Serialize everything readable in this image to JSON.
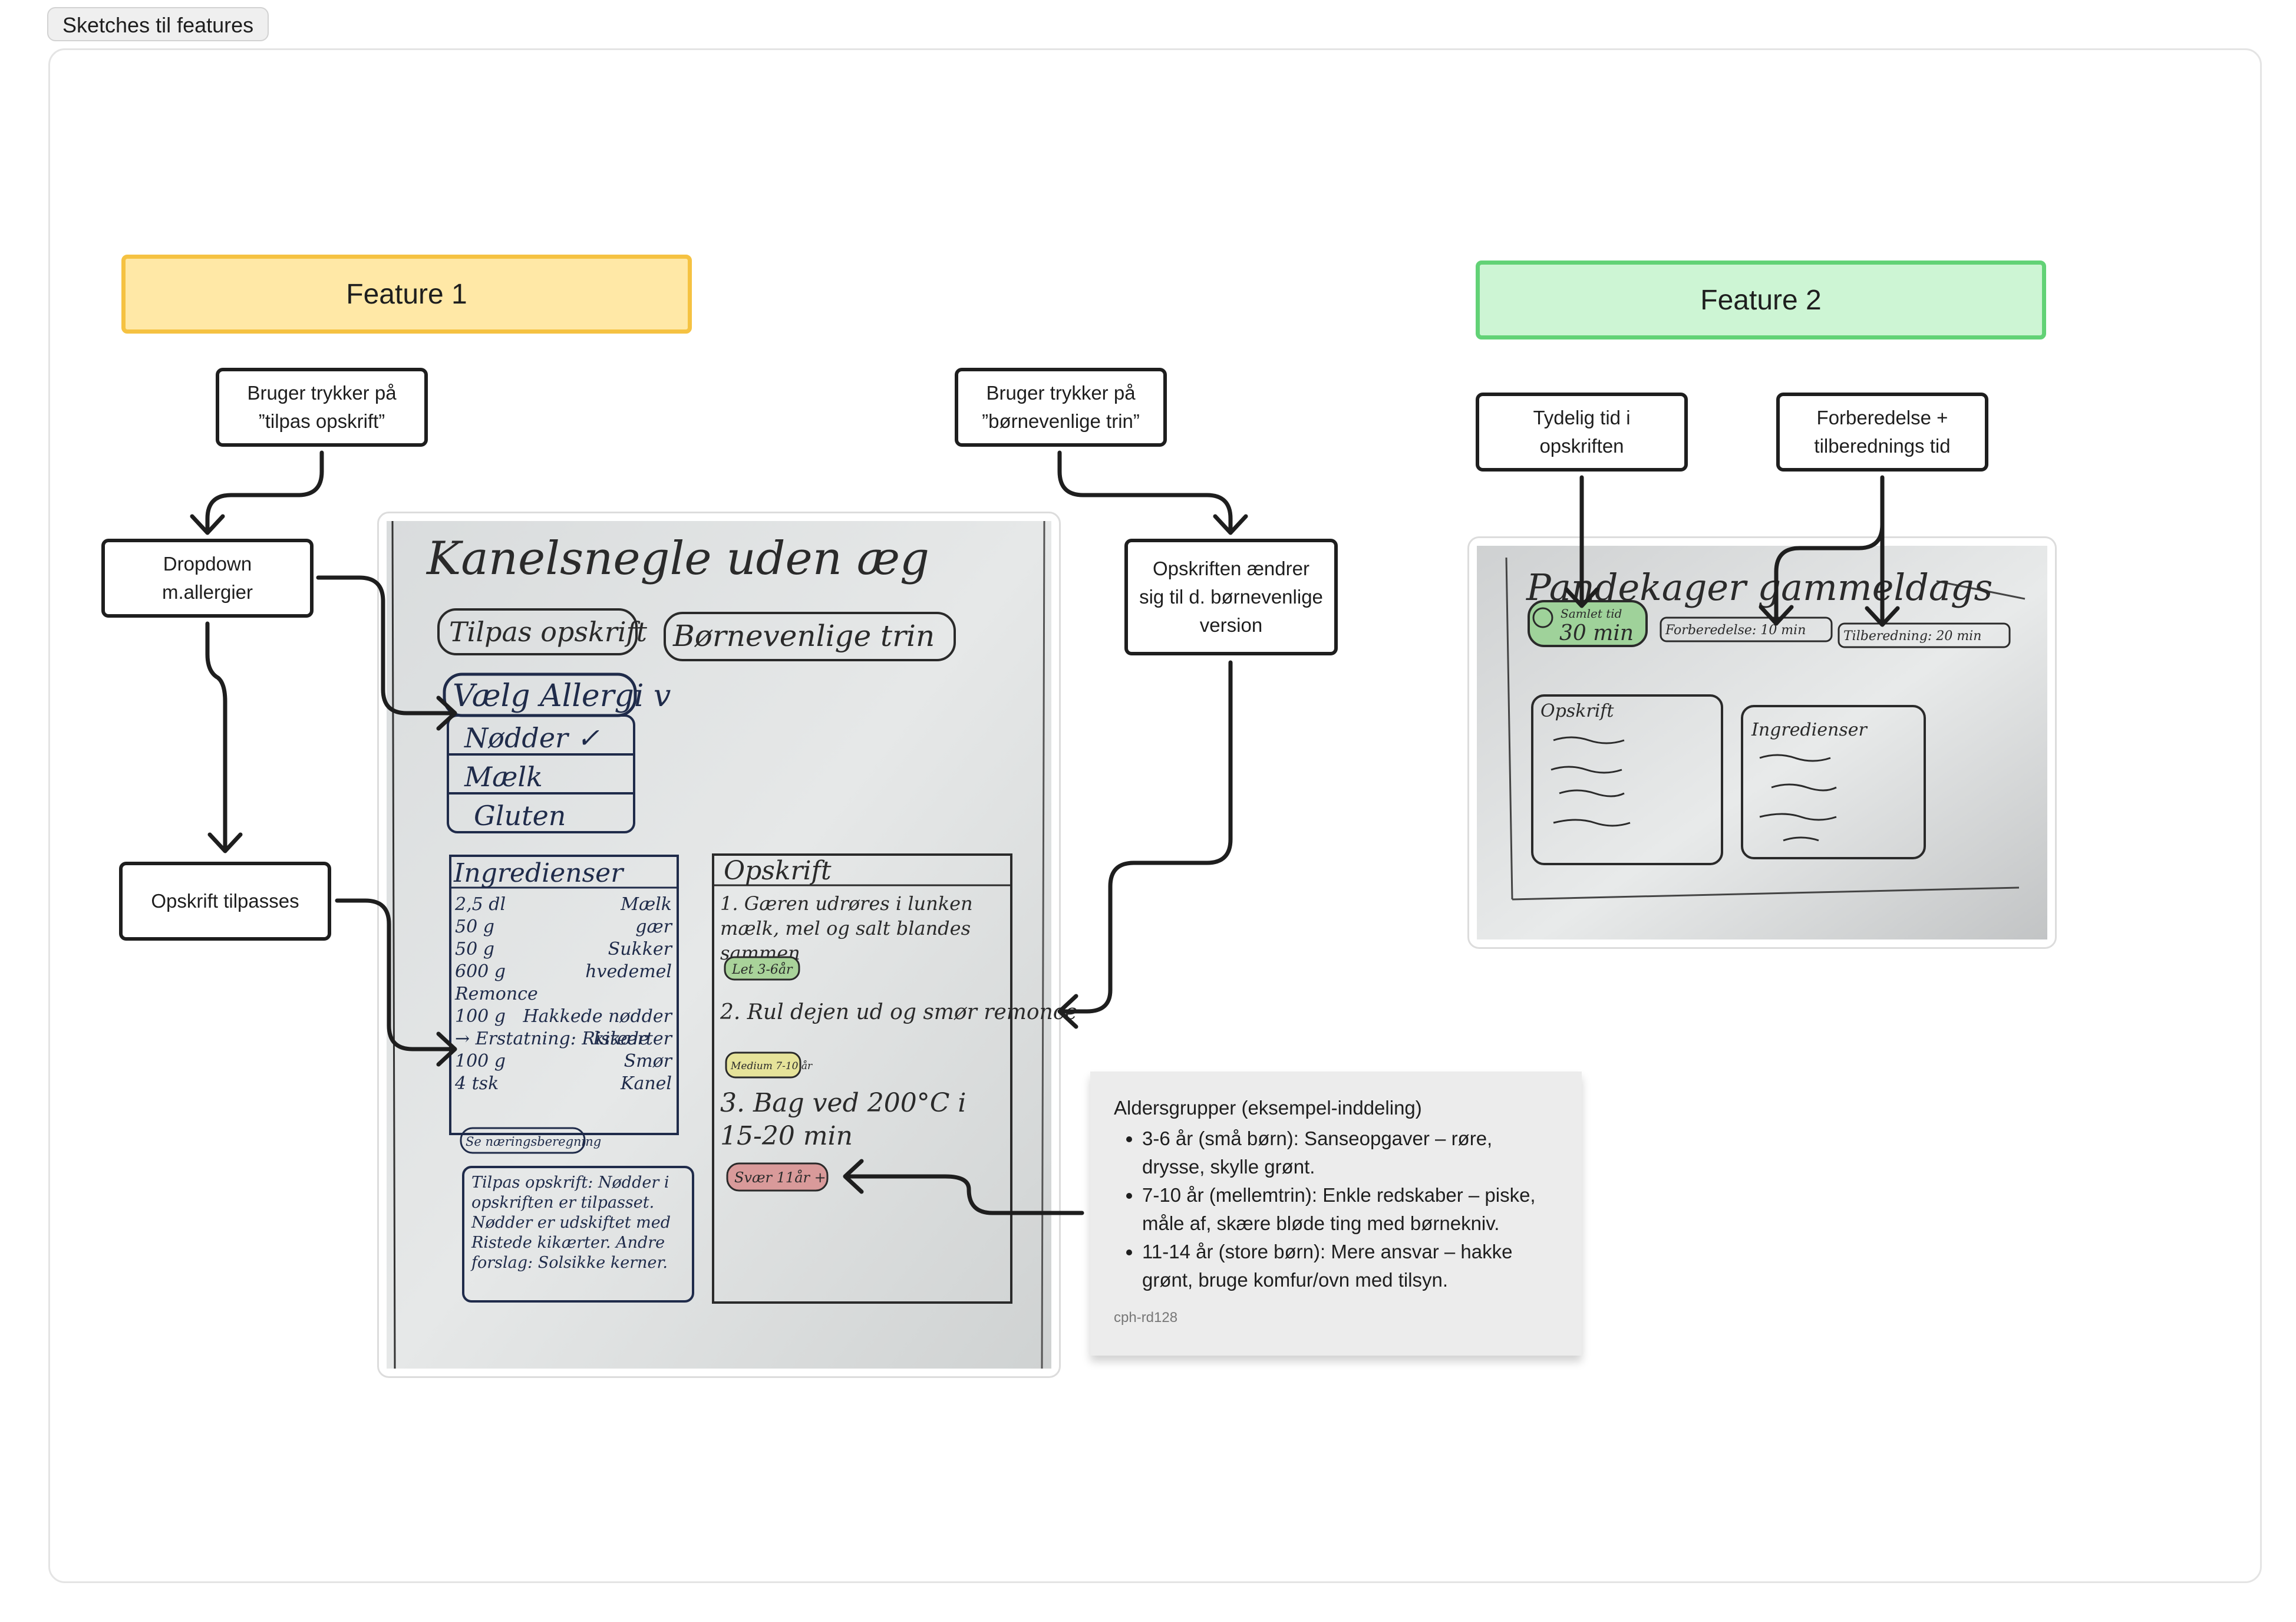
{
  "section": {
    "title": "Sketches til features"
  },
  "feature1": {
    "label": "Feature 1",
    "nodes": {
      "tap_adjust": "Bruger trykker på\n”tilpas opskrift”",
      "dropdown": "Dropdown\nm.allergier",
      "adjusted": "Opskrift tilpasses",
      "tap_kids": "Bruger trykker på\n”børnevenlige trin”",
      "recipe_changes": "Opskriften ændrer\nsig til d. børnevenlige\nversion"
    },
    "sketch": {
      "title": "Kanelsnegle uden æg",
      "btn_adjust": "Tilpas opskrift",
      "btn_kids": "Børnevenlige trin",
      "dropdown": {
        "selected": "Vælg Allergi v",
        "options": [
          "Nødder ✓",
          "Mælk",
          "Gluten"
        ]
      },
      "ingredients_title": "Ingredienser",
      "ingredients": [
        [
          "2,5 dl",
          "Mælk"
        ],
        [
          "50 g",
          "gær"
        ],
        [
          "50 g",
          "Sukker"
        ],
        [
          "600 g",
          "hvedemel"
        ],
        [
          "Remonce",
          ""
        ],
        [
          "100 g",
          "Hakkede nødder"
        ],
        [
          "→ Erstatning: Ristede",
          "kikærter"
        ],
        [
          "100 g",
          "Smør"
        ],
        [
          "4 tsk",
          "Kanel"
        ]
      ],
      "nutrition_button": "Se næringsberegning",
      "note": "Tilpas opskrift: Nødder i opskriften er tilpasset. Nødder er udskiftet med Ristede kikærter. Andre forslag: Solsikke kerner.",
      "recipe_title": "Opskrift",
      "steps": [
        {
          "text": "1. Gæren udrøres i lunken mælk, mel og salt blandes sammen",
          "badge": "Let 3-6år"
        },
        {
          "text": "2. Rul dejen ud og smør remonce",
          "badge": "Medium 7-10 år"
        },
        {
          "text": "3. Bag ved 200°C i 15-20 min",
          "badge": "Svær 11år +"
        }
      ]
    }
  },
  "feature2": {
    "label": "Feature 2",
    "nodes": {
      "clear_time": "Tydelig tid i\nopskriften",
      "prep_time": "Forberedelse +\ntilberednings tid"
    },
    "sketch": {
      "title": "Pandekager gammeldags",
      "total_label": "Samlet tid",
      "total_value": "30 min",
      "prep": "Forberedelse: 10 min",
      "cook": "Tilberedning: 20 min",
      "recipe_box": "Opskrift",
      "ingredients_box": "Ingredienser"
    }
  },
  "sticky": {
    "heading": "Aldersgrupper (eksempel-inddeling)",
    "items": [
      "3-6 år (små børn): Sanseopgaver – røre, drysse, skylle grønt.",
      "7-10 år (mellemtrin): Enkle redskaber – piske, måle af, skære bløde ting med børnekniv.",
      "11-14 år (store børn): Mere ansvar – hakke grønt, bruge komfur/ovn med tilsyn."
    ],
    "author": "cph-rd128"
  },
  "colors": {
    "feature1_fill": "#ffe8a6",
    "feature1_stroke": "#f5c242",
    "feature2_fill": "#cdf5d4",
    "feature2_stroke": "#62d276",
    "sticky": "#ececec",
    "connector": "#1e1e1e"
  }
}
